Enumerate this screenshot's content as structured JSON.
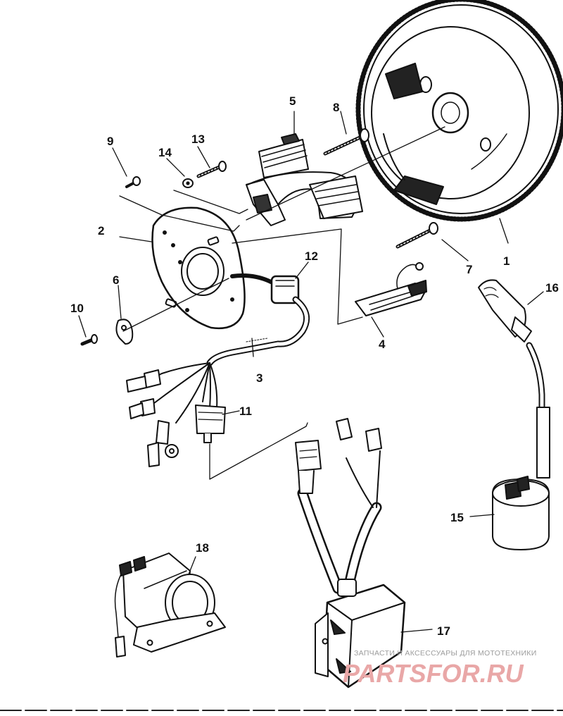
{
  "diagram": {
    "callouts": {
      "p1": "1",
      "p2": "2",
      "p3": "3",
      "p4": "4",
      "p5": "5",
      "p6": "6",
      "p7": "7",
      "p8": "8",
      "p9": "9",
      "p10": "10",
      "p11": "11",
      "p12": "12",
      "p13": "13",
      "p14": "14",
      "p15": "15",
      "p16": "16",
      "p17": "17",
      "p18": "18"
    }
  },
  "watermark": {
    "tagline": "ЗАПЧАСТИ И АКСЕССУАРЫ ДЛЯ МОТОТЕХНИКИ",
    "brand": "PARTSFOR.RU",
    "accent_color": "#e9a7a7"
  }
}
